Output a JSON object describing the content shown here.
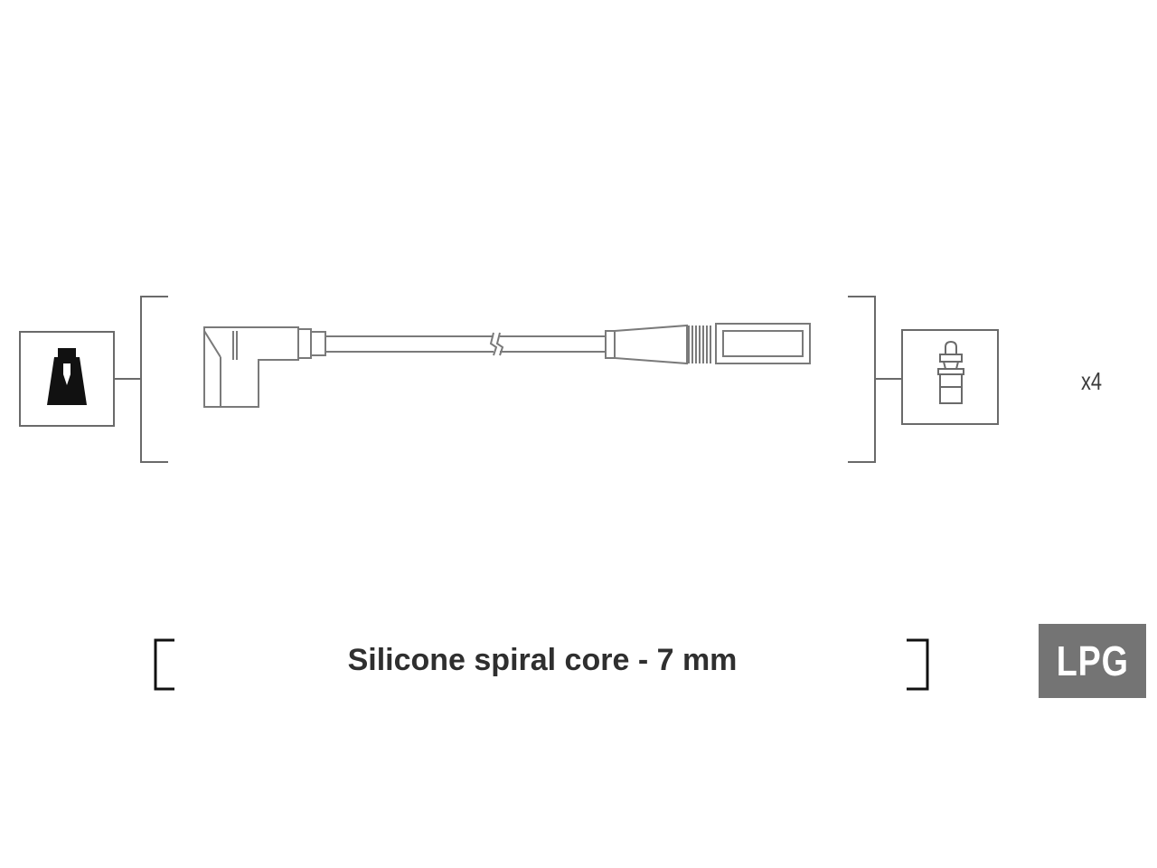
{
  "quantity_label": "x4",
  "cable_spec": "Silicone spiral core - 7 mm",
  "fuel_badge": "LPG",
  "colors": {
    "line": "#6a6a6a",
    "dark": "#111111",
    "badge_bg": "#747474",
    "badge_text": "#ffffff"
  },
  "icons": {
    "left_box": "coil-terminal-icon",
    "right_box": "spark-plug-terminal-icon"
  }
}
